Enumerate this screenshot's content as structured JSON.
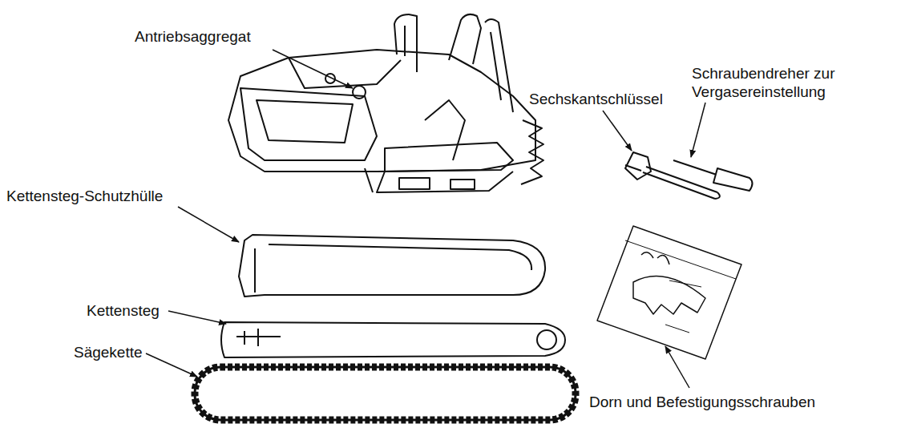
{
  "diagram": {
    "labels": [
      "Antriebsaggregat",
      "Sechskantschlüssel",
      "Schraubendreher zur Vergasereinstellung",
      "Kettensteg-Schutzhülle",
      "Kettensteg",
      "Sägekette",
      "Dorn und Befestigungsschrauben"
    ]
  }
}
